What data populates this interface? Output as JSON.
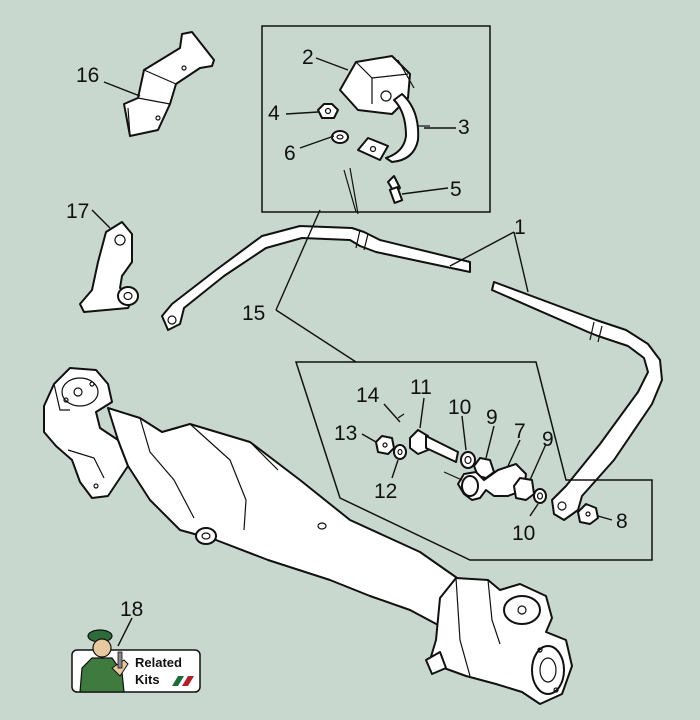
{
  "callouts": [
    {
      "id": "c1",
      "label": "1"
    },
    {
      "id": "c2",
      "label": "2"
    },
    {
      "id": "c3",
      "label": "3"
    },
    {
      "id": "c4",
      "label": "4"
    },
    {
      "id": "c5",
      "label": "5"
    },
    {
      "id": "c6",
      "label": "6"
    },
    {
      "id": "c7",
      "label": "7"
    },
    {
      "id": "c8",
      "label": "8"
    },
    {
      "id": "c9a",
      "label": "9"
    },
    {
      "id": "c9b",
      "label": "9"
    },
    {
      "id": "c10a",
      "label": "10"
    },
    {
      "id": "c10b",
      "label": "10"
    },
    {
      "id": "c11",
      "label": "11"
    },
    {
      "id": "c12",
      "label": "12"
    },
    {
      "id": "c13",
      "label": "13"
    },
    {
      "id": "c14",
      "label": "14"
    },
    {
      "id": "c15",
      "label": "15"
    },
    {
      "id": "c16",
      "label": "16"
    },
    {
      "id": "c17",
      "label": "17"
    },
    {
      "id": "c18",
      "label": "18"
    }
  ],
  "related_kits": {
    "line1": "Related",
    "line2": "Kits"
  },
  "colors": {
    "background": "#c8d8cf",
    "kits_green": "#1e6b3a",
    "kits_red": "#b0202a"
  }
}
